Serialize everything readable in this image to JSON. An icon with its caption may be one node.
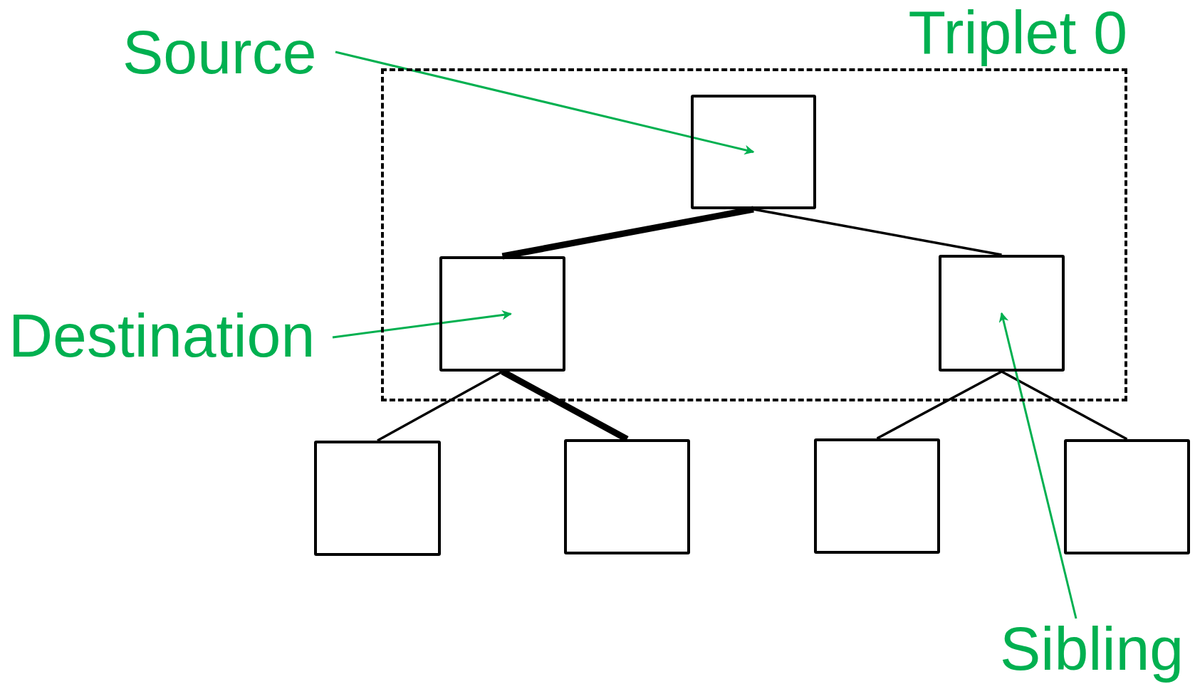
{
  "diagram": {
    "nodes": [
      {
        "text": [
          "Triplet 0"
        ]
      },
      {
        "text": [],
        "shape": "box",
        "in": 0
      },
      {
        "text": [],
        "shape": "box",
        "in": 0
      },
      {
        "text": [],
        "shape": "box",
        "in": 0
      },
      {
        "text": [],
        "shape": "box"
      },
      {
        "text": [],
        "shape": "box"
      },
      {
        "text": [],
        "shape": "box"
      },
      {
        "text": [],
        "shape": "box"
      },
      {
        "text": [
          "Source"
        ]
      },
      {
        "text": [
          "Destination"
        ]
      },
      {
        "text": [
          "Sibling"
        ]
      }
    ],
    "edges": [
      {
        "from": 1,
        "to": 2,
        "arrow": "none",
        "style": "thick"
      },
      {
        "from": 1,
        "to": 3,
        "arrow": "none"
      },
      {
        "from": 2,
        "to": 4,
        "arrow": "none"
      },
      {
        "from": 2,
        "to": 5,
        "arrow": "none",
        "style": "thick"
      },
      {
        "from": 3,
        "to": 6,
        "arrow": "none"
      },
      {
        "from": 3,
        "to": 7,
        "arrow": "none"
      },
      {
        "from": 8,
        "to": 1,
        "arrow": "to",
        "color": "#00b050"
      },
      {
        "from": 9,
        "to": 2,
        "arrow": "to",
        "color": "#00b050"
      },
      {
        "from": 10,
        "to": 3,
        "arrow": "to",
        "color": "#00b050"
      }
    ]
  }
}
